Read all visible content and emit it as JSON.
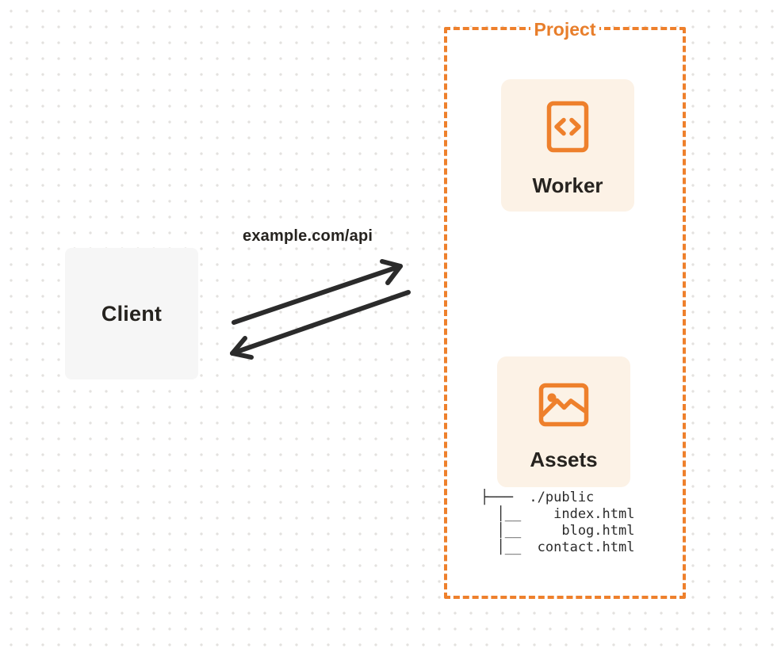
{
  "diagram": {
    "client": {
      "label": "Client"
    },
    "request": {
      "url_label": "example.com/api"
    },
    "project": {
      "label": "Project",
      "worker": {
        "label": "Worker",
        "icon": "code-file-icon"
      },
      "assets": {
        "label": "Assets",
        "icon": "image-icon"
      },
      "file_tree": {
        "lines": [
          "├───  ./public",
          "  │__    index.html",
          "  │__     blog.html",
          "  │__  contact.html"
        ]
      }
    },
    "palette": {
      "accent_orange": "#ee802c",
      "card_peach": "#fcf2e6",
      "client_gray": "#f6f6f6",
      "ink": "#2b2b2b",
      "dot_grid": "#e3e1df"
    }
  }
}
